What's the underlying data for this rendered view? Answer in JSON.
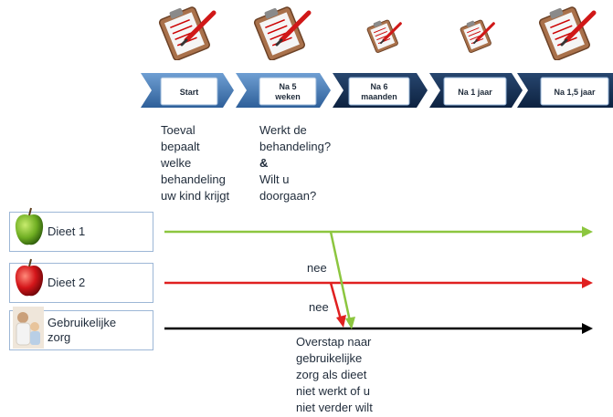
{
  "timeline": {
    "stages": [
      {
        "label": "Start",
        "icon": "clipboard-icon",
        "icon_size": "large"
      },
      {
        "label": "Na 5\nweken",
        "icon": "clipboard-icon",
        "icon_size": "large"
      },
      {
        "label": "Na 6\nmaanden",
        "icon": "clipboard-icon",
        "icon_size": "small"
      },
      {
        "label": "Na 1 jaar",
        "icon": "clipboard-icon",
        "icon_size": "small"
      },
      {
        "label": "Na 1,5 jaar",
        "icon": "clipboard-icon",
        "icon_size": "large"
      }
    ]
  },
  "notes": {
    "start_note": "Toeval\nbepaalt\nwelke\nbehandeling\nuw kind krijgt",
    "week5_line1": "Werkt de\nbehandeling?",
    "week5_amp": "&",
    "week5_line2": "Wilt u\ndoorgaan?",
    "switch_note": "Overstap naar\ngebruikelijke\nzorg als dieet\nniet werkt of u\nniet verder wilt"
  },
  "rows": [
    {
      "label": "Dieet 1",
      "icon": "green-apple-icon",
      "color": "#8cc63f"
    },
    {
      "label": "Dieet 2",
      "icon": "red-apple-icon",
      "color": "#e02020"
    },
    {
      "label": "Gebruikelijke\nzorg",
      "icon": "parent-child-photo-icon",
      "color": "#000000"
    }
  ],
  "branches": {
    "nee_upper": "nee",
    "nee_lower": "nee"
  },
  "colors": {
    "chevron_dark": "#17365d",
    "chevron_light": "#4f81bd",
    "label_box_border": "#7f9fc6"
  }
}
